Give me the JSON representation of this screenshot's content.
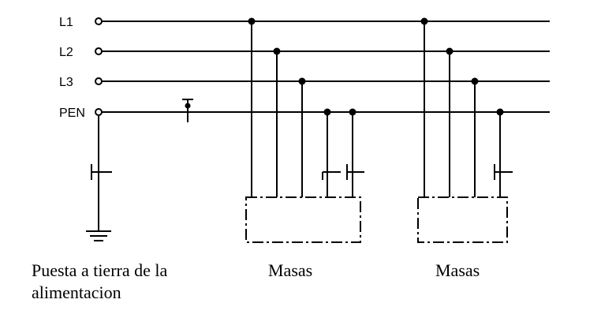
{
  "conductors": [
    "L1",
    "L2",
    "L3",
    "PEN"
  ],
  "captions": {
    "supply_line1": "Puesta a tierra de la",
    "supply_line2": "alimentacion",
    "masas_1": "Masas",
    "masas_2": "Masas"
  },
  "colors": {
    "line": "#000000",
    "background": "#ffffff"
  }
}
